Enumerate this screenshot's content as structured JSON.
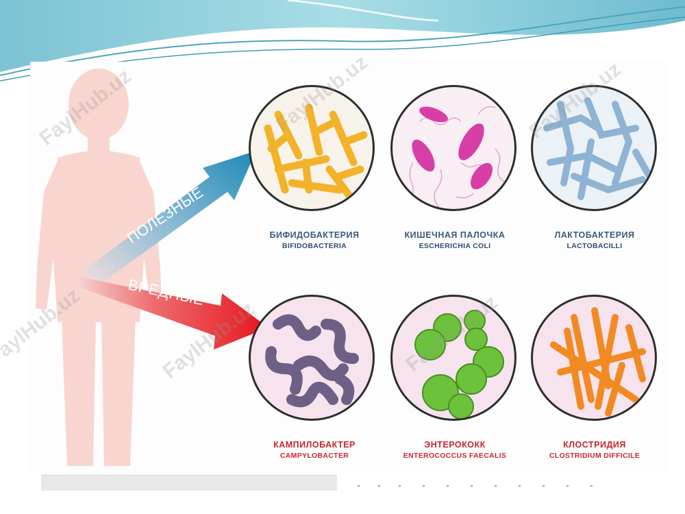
{
  "arrows": {
    "useful": "ПОЛЕЗНЫЕ",
    "harmful": "ВРЕДНЫЕ"
  },
  "bacteria": {
    "useful": [
      {
        "name_ru": "БИФИДОБАКТЕРИЯ",
        "name_lat": "BIFIDOBACTERIA"
      },
      {
        "name_ru": "КИШЕЧНАЯ ПАЛОЧКА",
        "name_lat": "ESCHERICHIA COLI"
      },
      {
        "name_ru": "ЛАКТОБАКТЕРИЯ",
        "name_lat": "LACTOBACILLI"
      }
    ],
    "harmful": [
      {
        "name_ru": "КАМПИЛОБАКТЕР",
        "name_lat": "CAMPYLOBACTER"
      },
      {
        "name_ru": "ЭНТЕРОКОКК",
        "name_lat": "ENTEROCOCCUS FAECALIS"
      },
      {
        "name_ru": "КЛОСТРИДИЯ",
        "name_lat": "CLOSTRIDIUM DIFFICILE"
      }
    ]
  },
  "watermark": "FaylHub.uz",
  "colors": {
    "useful_arrow": "#1e8ab7",
    "harmful_arrow": "#e5161d",
    "child_silhouette": "#f9d5cf",
    "useful_label": "#3d5a7a",
    "harmful_label": "#c9262c"
  }
}
